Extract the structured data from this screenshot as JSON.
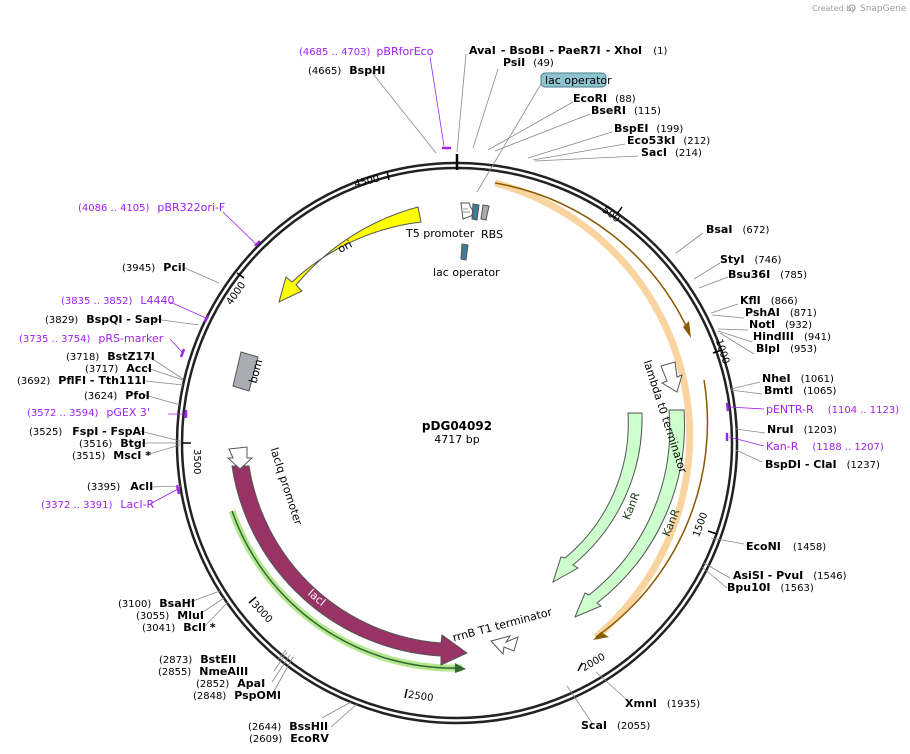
{
  "credit": {
    "created_by": "Created by",
    "brand": "SnapGene"
  },
  "plasmid": {
    "name": "pDG04092",
    "size": "4717 bp"
  },
  "colors": {
    "ori": "#ffff00",
    "kanR": "#ccffcc",
    "lacI": "#993366",
    "orange_glow": "#f7c57f",
    "green_glow": "#9be06a",
    "primer": "#a020f0",
    "lac_operator": "#8fc3cf",
    "bom": "#a7acb3"
  },
  "ruler": [
    {
      "label": "500"
    },
    {
      "label": "1000"
    },
    {
      "label": "1500"
    },
    {
      "label": "2000"
    },
    {
      "label": "2500"
    },
    {
      "label": "3000"
    },
    {
      "label": "3500"
    },
    {
      "label": "4000"
    },
    {
      "label": "4500"
    }
  ],
  "sites": {
    "top_ava": {
      "n1": "AvaI",
      "n2": "BsoBI",
      "n3": "PaeR7I",
      "n4": "XhoI",
      "pos": "(1)"
    },
    "psti": {
      "name": "PsiI",
      "pos": "(49)"
    },
    "ecori": {
      "name": "EcoRI",
      "pos": "(88)"
    },
    "bseri": {
      "name": "BseRI",
      "pos": "(115)"
    },
    "bspei": {
      "name": "BspEI",
      "pos": "(199)"
    },
    "eco53ki": {
      "name": "Eco53kI",
      "pos": "(212)"
    },
    "saci": {
      "name": "SacI",
      "pos": "(214)"
    },
    "bsai": {
      "name": "BsaI",
      "pos": "(672)"
    },
    "styi": {
      "name": "StyI",
      "pos": "(746)"
    },
    "bsu36i": {
      "name": "Bsu36I",
      "pos": "(785)"
    },
    "kfli": {
      "name": "KflI",
      "pos": "(866)"
    },
    "pshai": {
      "name": "PshAI",
      "pos": "(871)"
    },
    "noti": {
      "name": "NotI",
      "pos": "(932)"
    },
    "hindiii": {
      "name": "HindIII",
      "pos": "(941)"
    },
    "blpi": {
      "name": "BlpI",
      "pos": "(953)"
    },
    "nhei": {
      "name": "NheI",
      "pos": "(1061)"
    },
    "bmti": {
      "name": "BmtI",
      "pos": "(1065)"
    },
    "nrui": {
      "name": "NruI",
      "pos": "(1203)"
    },
    "bspdi": {
      "name": "BspDI",
      "name2": "ClaI",
      "pos": "(1237)"
    },
    "econi": {
      "name": "EcoNI",
      "pos": "(1458)"
    },
    "asisi": {
      "name": "AsiSI",
      "name2": "PvuI",
      "pos": "(1546)"
    },
    "bpu10i": {
      "name": "Bpu10I",
      "pos": "(1563)"
    },
    "xmni": {
      "name": "XmnI",
      "pos": "(1935)"
    },
    "scai": {
      "name": "ScaI",
      "pos": "(2055)"
    },
    "ecorv": {
      "name": "EcoRV",
      "pos": "(2609)"
    },
    "bsshii": {
      "name": "BssHII",
      "pos": "(2644)"
    },
    "pspomi": {
      "name": "PspOMI",
      "pos": "(2848)"
    },
    "apai": {
      "name": "ApaI",
      "pos": "(2852)"
    },
    "nmeaiii": {
      "name": "NmeAIII",
      "pos": "(2855)"
    },
    "bsteii": {
      "name": "BstEII",
      "pos": "(2873)"
    },
    "bcli": {
      "name": "BclI *",
      "pos": "(3041)"
    },
    "mlui": {
      "name": "MluI",
      "pos": "(3055)"
    },
    "bsahi": {
      "name": "BsaHI",
      "pos": "(3100)"
    },
    "acli": {
      "name": "AclI",
      "pos": "(3395)"
    },
    "msci": {
      "name": "MscI *",
      "pos": "(3515)"
    },
    "btgi": {
      "name": "BtgI",
      "pos": "(3516)"
    },
    "fspi": {
      "name": "FspI",
      "name2": "FspAI",
      "pos": "(3525)"
    },
    "pfoi": {
      "name": "PfoI",
      "pos": "(3624)"
    },
    "pflfi": {
      "name": "PflFI",
      "name2": "Tth111I",
      "pos": "(3692)"
    },
    "acci": {
      "name": "AccI",
      "pos": "(3717)"
    },
    "bstz17i": {
      "name": "BstZ17I",
      "pos": "(3718)"
    },
    "bspqi": {
      "name": "BspQI",
      "name2": "SapI",
      "pos": "(3829)"
    },
    "pcii": {
      "name": "PciI",
      "pos": "(3945)"
    },
    "bsphi": {
      "name": "BspHI",
      "pos": "(4665)"
    }
  },
  "primers": {
    "pbrforeco": {
      "name": "pBRforEco",
      "pos": "(4685 .. 4703)"
    },
    "pbr322ori": {
      "name": "pBR322ori-F",
      "pos": "(4086 .. 4105)"
    },
    "l4440": {
      "name": "L4440",
      "pos": "(3835 .. 3852)"
    },
    "prsmarker": {
      "name": "pRS-marker",
      "pos": "(3735 .. 3754)"
    },
    "pgex3": {
      "name": "pGEX 3'",
      "pos": "(3572 .. 3594)"
    },
    "lacir": {
      "name": "LacI-R",
      "pos": "(3372 .. 3391)"
    },
    "pentrr": {
      "name": "pENTR-R",
      "pos": "(1104 .. 1123)"
    },
    "kanr": {
      "name": "Kan-R",
      "pos": "(1188 .. 1207)"
    }
  },
  "features": {
    "lac_operator_top": "lac operator",
    "t5_promoter": "T5 promoter",
    "rbs": "RBS",
    "lac_operator_inner": "lac operator",
    "lambda_t0": "lambda t0 terminator",
    "kanr_inner": "KanR",
    "kanr_outer": "KanR",
    "rrnb_t1": "rrnB T1 terminator",
    "laci": "lacI",
    "laciq_promoter": "lacIq promoter",
    "bom": "bom",
    "ori": "ori"
  }
}
